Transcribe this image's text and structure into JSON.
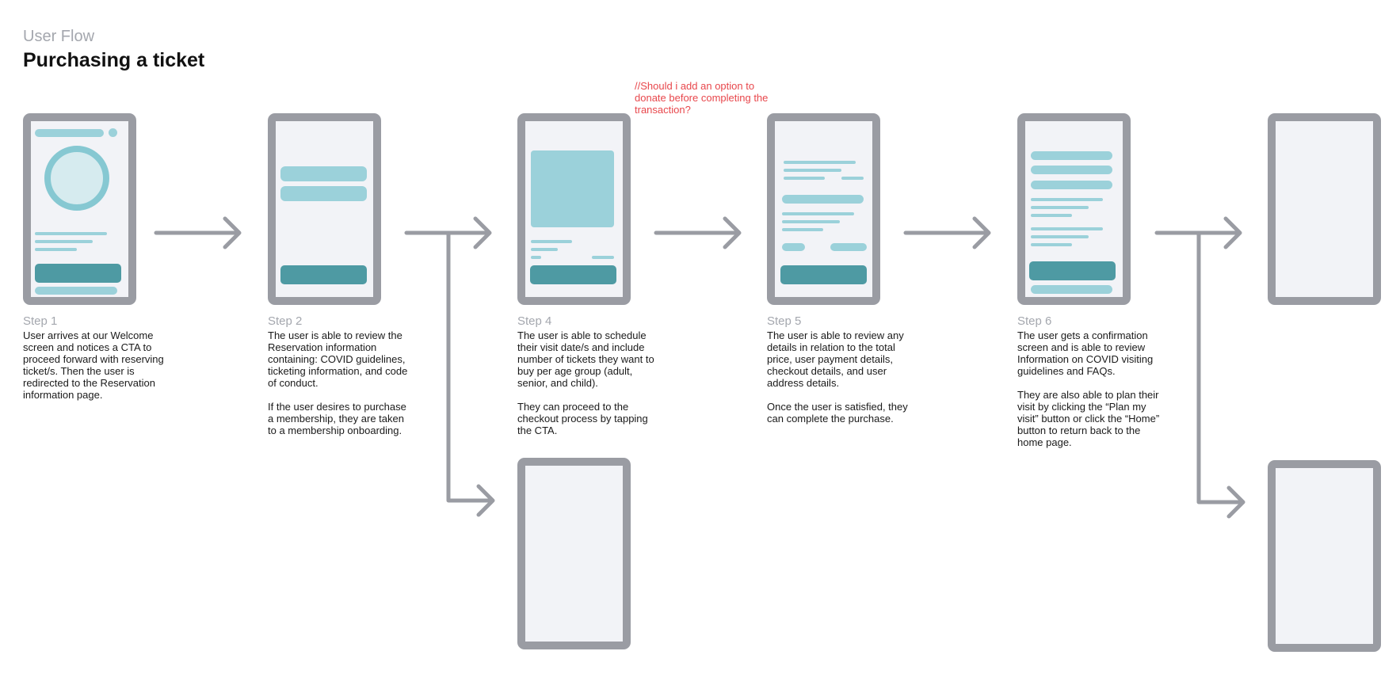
{
  "header": {
    "eyebrow": "User Flow",
    "title": "Purchasing a ticket"
  },
  "note": "//Should i add an option to donate before completing the transaction?",
  "steps": {
    "s1": {
      "label": "Step 1",
      "paragraphs": [
        "User arrives at our Welcome screen and notices a CTA to proceed forward with reserving ticket/s. Then the user is redirected to the Reservation information page."
      ]
    },
    "s2": {
      "label": "Step 2",
      "paragraphs": [
        "The user is able to review the Reservation information containing: COVID guidelines, ticketing information, and code of conduct.",
        "If the user desires to purchase a membership, they are taken to a membership onboarding."
      ]
    },
    "s4": {
      "label": "Step 4",
      "paragraphs": [
        "The user is able to schedule their visit date/s and include number of tickets they want to buy per age group (adult, senior, and child).",
        "They can proceed to the checkout process by tapping the CTA."
      ]
    },
    "s5": {
      "label": "Step 5",
      "paragraphs": [
        "The user is able to review any details in relation to the total price, user payment details, checkout details, and user address details.",
        "Once the user is satisfied, they can complete the purchase."
      ]
    },
    "s6": {
      "label": "Step 6",
      "paragraphs": [
        "The user gets a confirmation screen and is able to review Information on COVID visiting guidelines and FAQs.",
        "They are also able to plan their visit by clicking the “Plan my visit” button or click the “Home” button to return back to the home page."
      ]
    }
  },
  "colors": {
    "frame": "#9a9ca3",
    "screen": "#f2f3f7",
    "accent_light": "#9bd1da",
    "accent_dark": "#4e9aa3",
    "note": "#e8474c",
    "arrow": "#9a9ca3"
  }
}
